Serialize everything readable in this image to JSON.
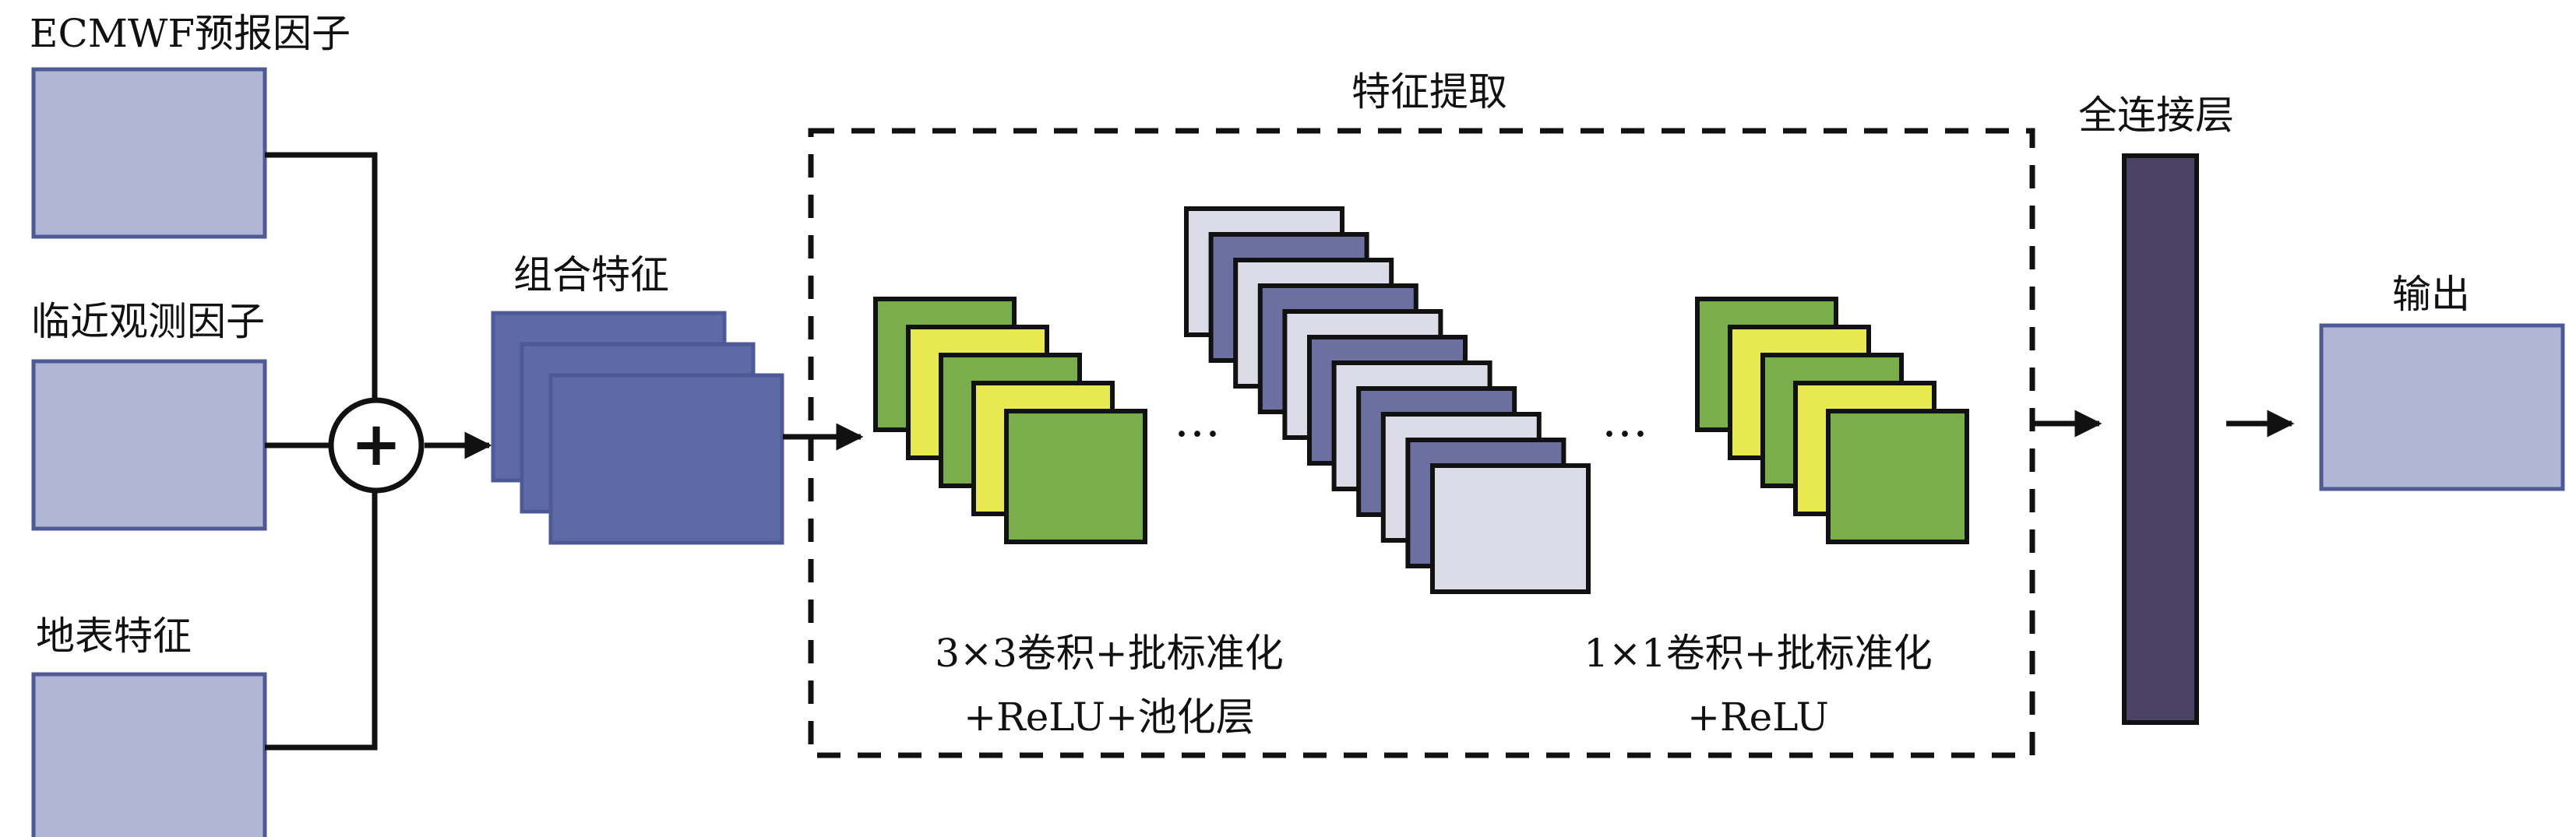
{
  "inputs": {
    "ecmwf_label": "ECMWF预报因子",
    "nearby_obs_label": "临近观测因子",
    "surface_label": "地表特征"
  },
  "combine": {
    "label": "组合特征",
    "operator": "+"
  },
  "feature_extraction": {
    "title": "特征提取",
    "block1": {
      "line1": "3×3卷积+批标准化",
      "line2": "+ReLU+池化层"
    },
    "ellipsis": "…",
    "block2": {
      "line1": "1×1卷积+批标准化",
      "line2": "+ReLU"
    }
  },
  "fc_layer": {
    "label": "全连接层"
  },
  "output": {
    "label": "输出"
  },
  "colors": {
    "input_box": "#b2b6d6",
    "input_border": "#4e5a95",
    "combined": "#5e6aa6",
    "green": "#7aad4b",
    "yellow": "#e8e851",
    "lavender_light": "#dcdbe8",
    "lavender_dark": "#6b70a0",
    "fc": "#4a4264"
  }
}
